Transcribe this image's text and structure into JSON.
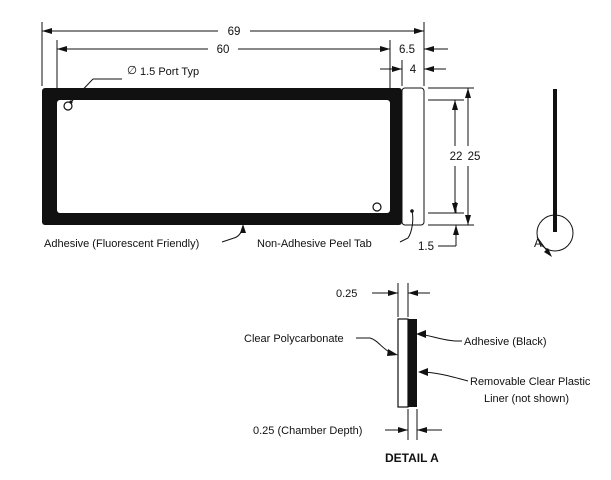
{
  "dimensions": {
    "overall_length": "69",
    "chamber_length": "60",
    "tab_offset": "6.5",
    "tab_width": "4",
    "inner_height": "22",
    "overall_height": "25",
    "tab_margin": "1.5",
    "layer_thickness": "0.25",
    "chamber_depth": "0.25 (Chamber Depth)"
  },
  "callouts": {
    "port": "1.5 Port Typ",
    "diameter_symbol": "∅",
    "adhesive": "Adhesive (Fluorescent Friendly)",
    "peel_tab": "Non-Adhesive Peel Tab",
    "detail_marker": "A"
  },
  "detail": {
    "title": "DETAIL A",
    "clear_polycarbonate": "Clear Polycarbonate",
    "adhesive_black": "Adhesive (Black)",
    "liner_line1": "Removable Clear Plastic",
    "liner_line2": "Liner (not shown)"
  }
}
